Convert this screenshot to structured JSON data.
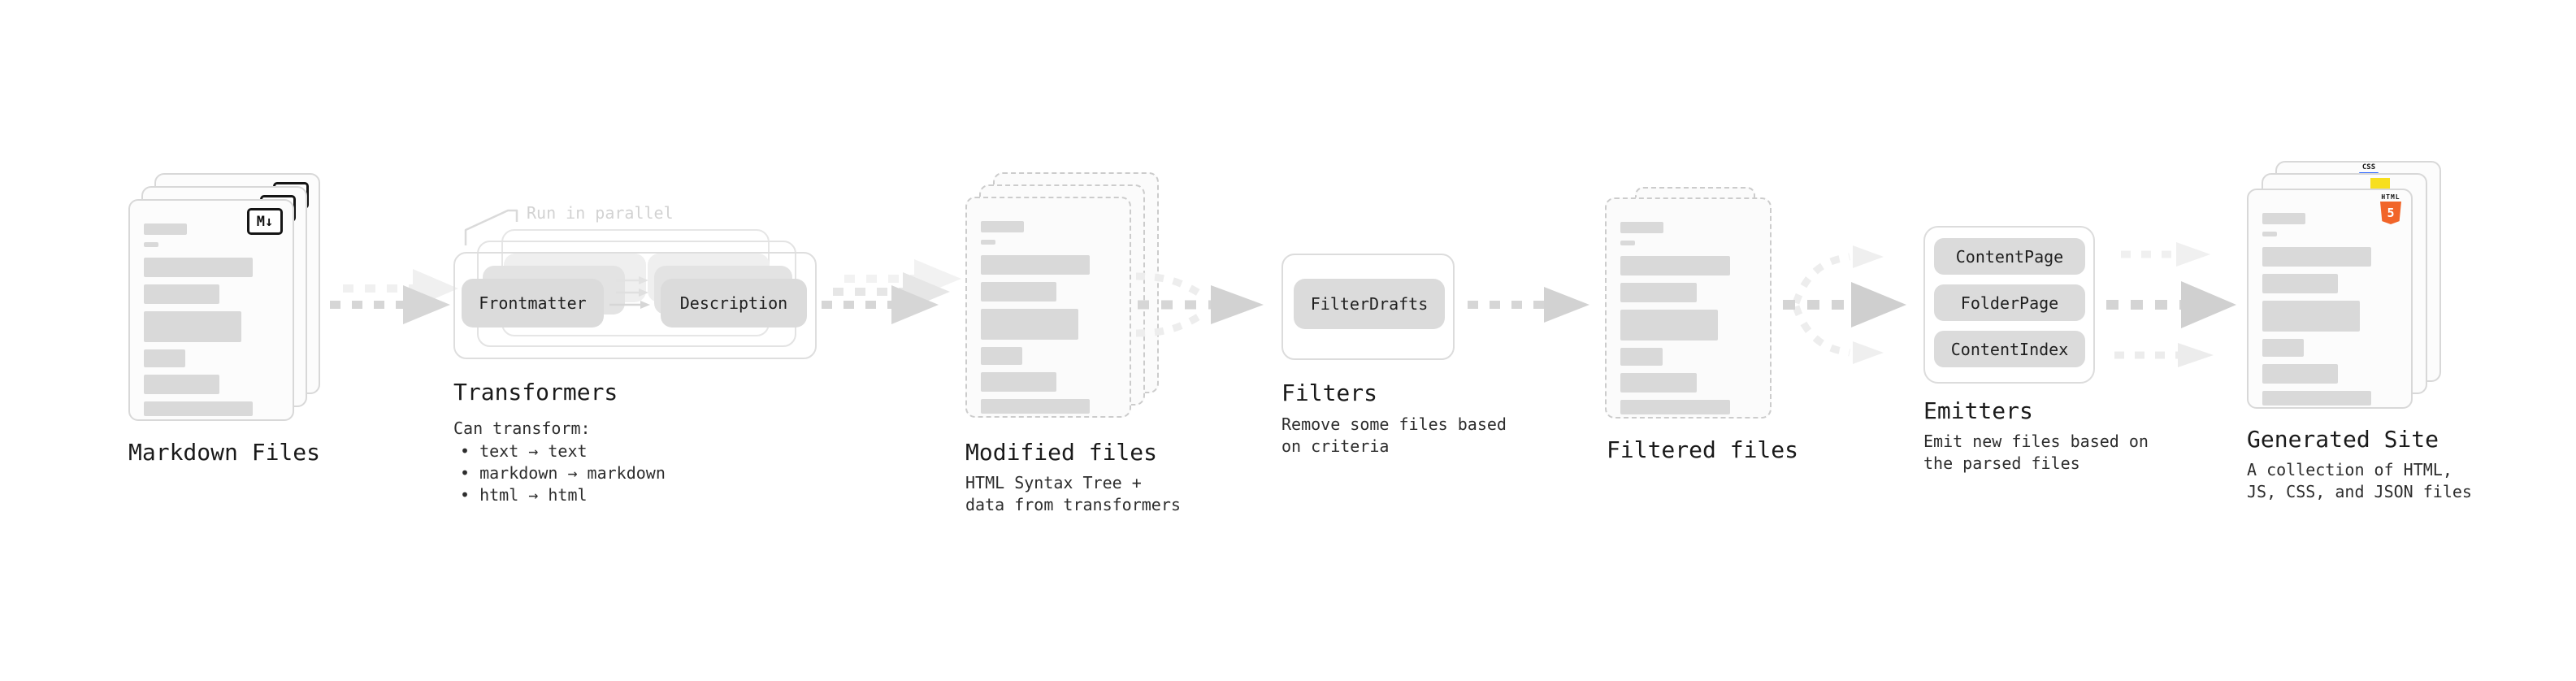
{
  "colors": {
    "html5_orange": "#f16529",
    "html5_dark": "#e44d26",
    "js_yellow": "#f7df1e",
    "css_blue": "#2962ff",
    "skeleton_gray": "#d9d9d9",
    "pill_gray": "#dbdbdb",
    "arrow_gray": "#d6d6d6"
  },
  "markdown": {
    "title": "Markdown Files",
    "badge": "M↓"
  },
  "transformers": {
    "callout": "Run in parallel",
    "pill_left": "Frontmatter",
    "pill_right": "Description",
    "title": "Transformers",
    "desc_heading": "Can transform:",
    "bullets": [
      "• text → text",
      "• markdown → markdown",
      "• html → html"
    ]
  },
  "modified": {
    "title": "Modified files",
    "subtitle_line1": "HTML Syntax Tree +",
    "subtitle_line2": "data from transformers"
  },
  "filters": {
    "pill": "FilterDrafts",
    "title": "Filters",
    "subtitle_line1": "Remove some files based",
    "subtitle_line2": "on criteria"
  },
  "filtered": {
    "title": "Filtered files"
  },
  "emitters": {
    "pills": [
      "ContentPage",
      "FolderPage",
      "ContentIndex"
    ],
    "title": "Emitters",
    "subtitle_line1": "Emit new files based on",
    "subtitle_line2": "the parsed files"
  },
  "generated": {
    "title": "Generated Site",
    "subtitle_line1": "A collection of HTML,",
    "subtitle_line2": "JS, CSS, and JSON files",
    "badge_html_word": "HTML",
    "badge_html_number": "5",
    "badge_css_word": "CSS"
  }
}
